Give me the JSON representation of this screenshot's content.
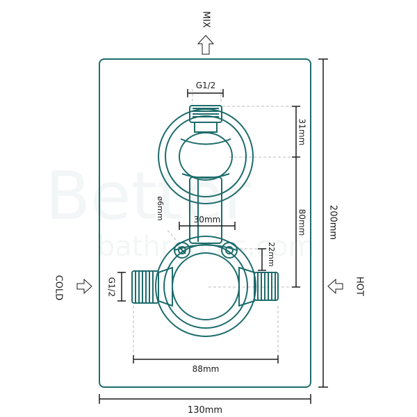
{
  "labels": {
    "mix": "MIX",
    "cold": "COLD",
    "hot": "HOT",
    "thread_top": "G1/2",
    "thread_left": "G1/2",
    "dim_31": "31mm",
    "dim_80": "80mm",
    "dim_22": "22mm",
    "dim_30": "30mm",
    "dim_6": "ø6mm",
    "dim_88": "88mm",
    "dim_200": "200mm",
    "dim_130": "130mm"
  },
  "colors": {
    "outline": "#1d6b6b",
    "dimension": "#1a1a1a",
    "guide": "#bbbbbb",
    "watermark": "#f1f4f4"
  },
  "watermark": {
    "line1": "Better",
    "line2": "bathrooms.com"
  }
}
